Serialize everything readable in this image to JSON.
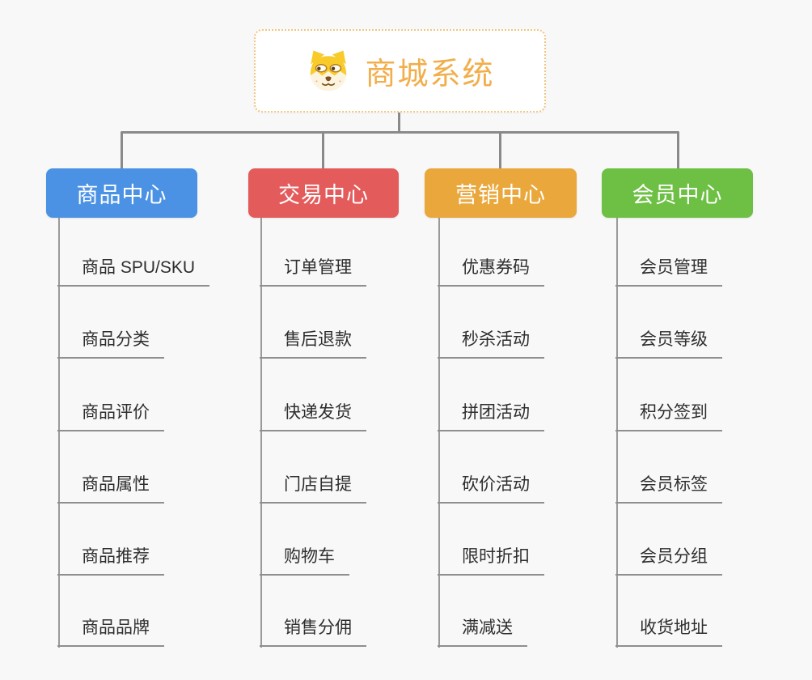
{
  "root": {
    "title": "商城系统",
    "icon": "shiba-dog-icon",
    "title_color": "#F1AE4B",
    "border_color": "#F3C581"
  },
  "connector_color": "#8A8A8A",
  "branches": [
    {
      "label": "商品中心",
      "color": "#4B92E5",
      "items": [
        "商品 SPU/SKU",
        "商品分类",
        "商品评价",
        "商品属性",
        "商品推荐",
        "商品品牌"
      ]
    },
    {
      "label": "交易中心",
      "color": "#E45B5B",
      "items": [
        "订单管理",
        "售后退款",
        "快递发货",
        "门店自提",
        "购物车",
        "销售分佣"
      ]
    },
    {
      "label": "营销中心",
      "color": "#EAA73C",
      "items": [
        "优惠券码",
        "秒杀活动",
        "拼团活动",
        "砍价活动",
        "限时折扣",
        "满减送"
      ]
    },
    {
      "label": "会员中心",
      "color": "#6DC044",
      "items": [
        "会员管理",
        "会员等级",
        "积分签到",
        "会员标签",
        "会员分组",
        "收货地址"
      ]
    }
  ]
}
